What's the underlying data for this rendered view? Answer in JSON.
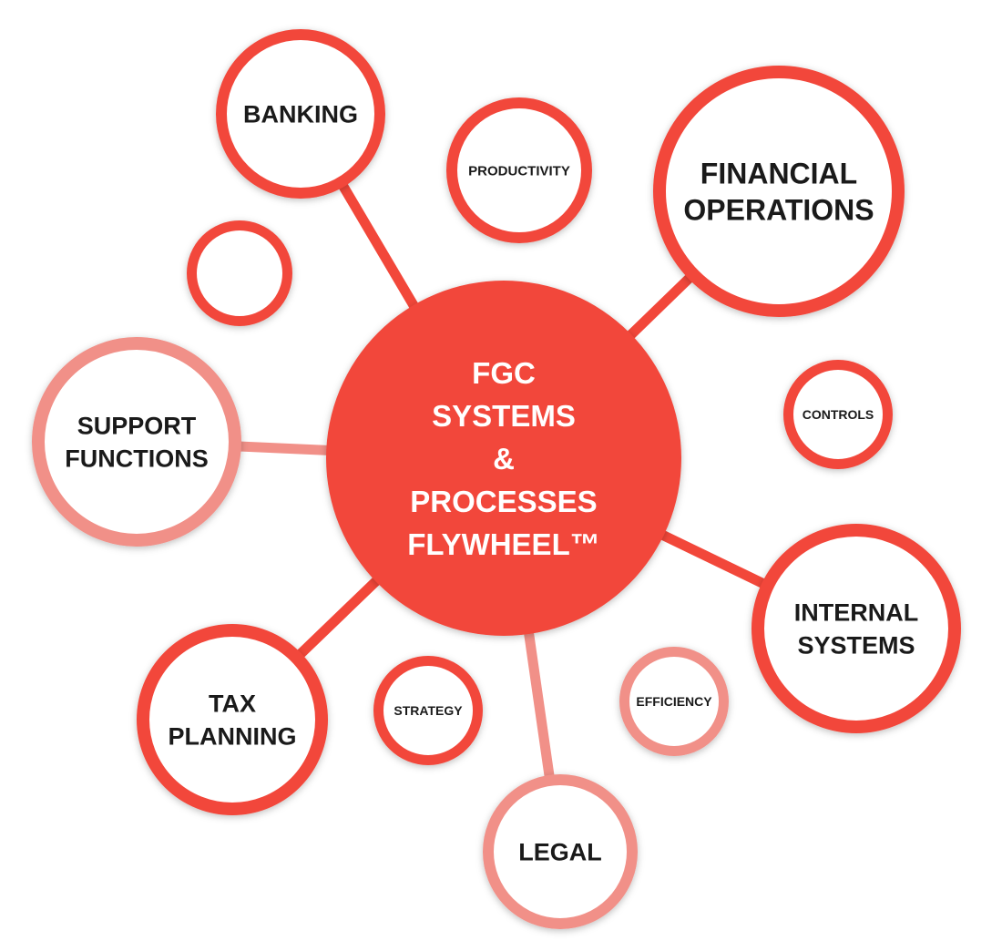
{
  "colors": {
    "primary": "#f2473a",
    "light": "#f19088",
    "hub_fill": "#f2473a",
    "node_fill": "#ffffff",
    "hub_text": "#ffffff",
    "node_text": "#1a1a1a"
  },
  "hub": {
    "lines": [
      "FGC",
      "SYSTEMS",
      "&",
      "PROCESSES",
      "FLYWHEEL™"
    ]
  },
  "nodes": {
    "banking": {
      "lines": [
        "BANKING"
      ]
    },
    "productivity": {
      "lines": [
        "PRODUCTIVITY"
      ]
    },
    "financial_operations": {
      "lines": [
        "FINANCIAL",
        "OPERATIONS"
      ]
    },
    "empty": {
      "lines": []
    },
    "controls": {
      "lines": [
        "CONTROLS"
      ]
    },
    "support_functions": {
      "lines": [
        "SUPPORT",
        "FUNCTIONS"
      ]
    },
    "internal_systems": {
      "lines": [
        "INTERNAL",
        "SYSTEMS"
      ]
    },
    "tax_planning": {
      "lines": [
        "TAX",
        "PLANNING"
      ]
    },
    "strategy": {
      "lines": [
        "STRATEGY"
      ]
    },
    "efficiency": {
      "lines": [
        "EFFICIENCY"
      ]
    },
    "legal": {
      "lines": [
        "LEGAL"
      ]
    }
  }
}
